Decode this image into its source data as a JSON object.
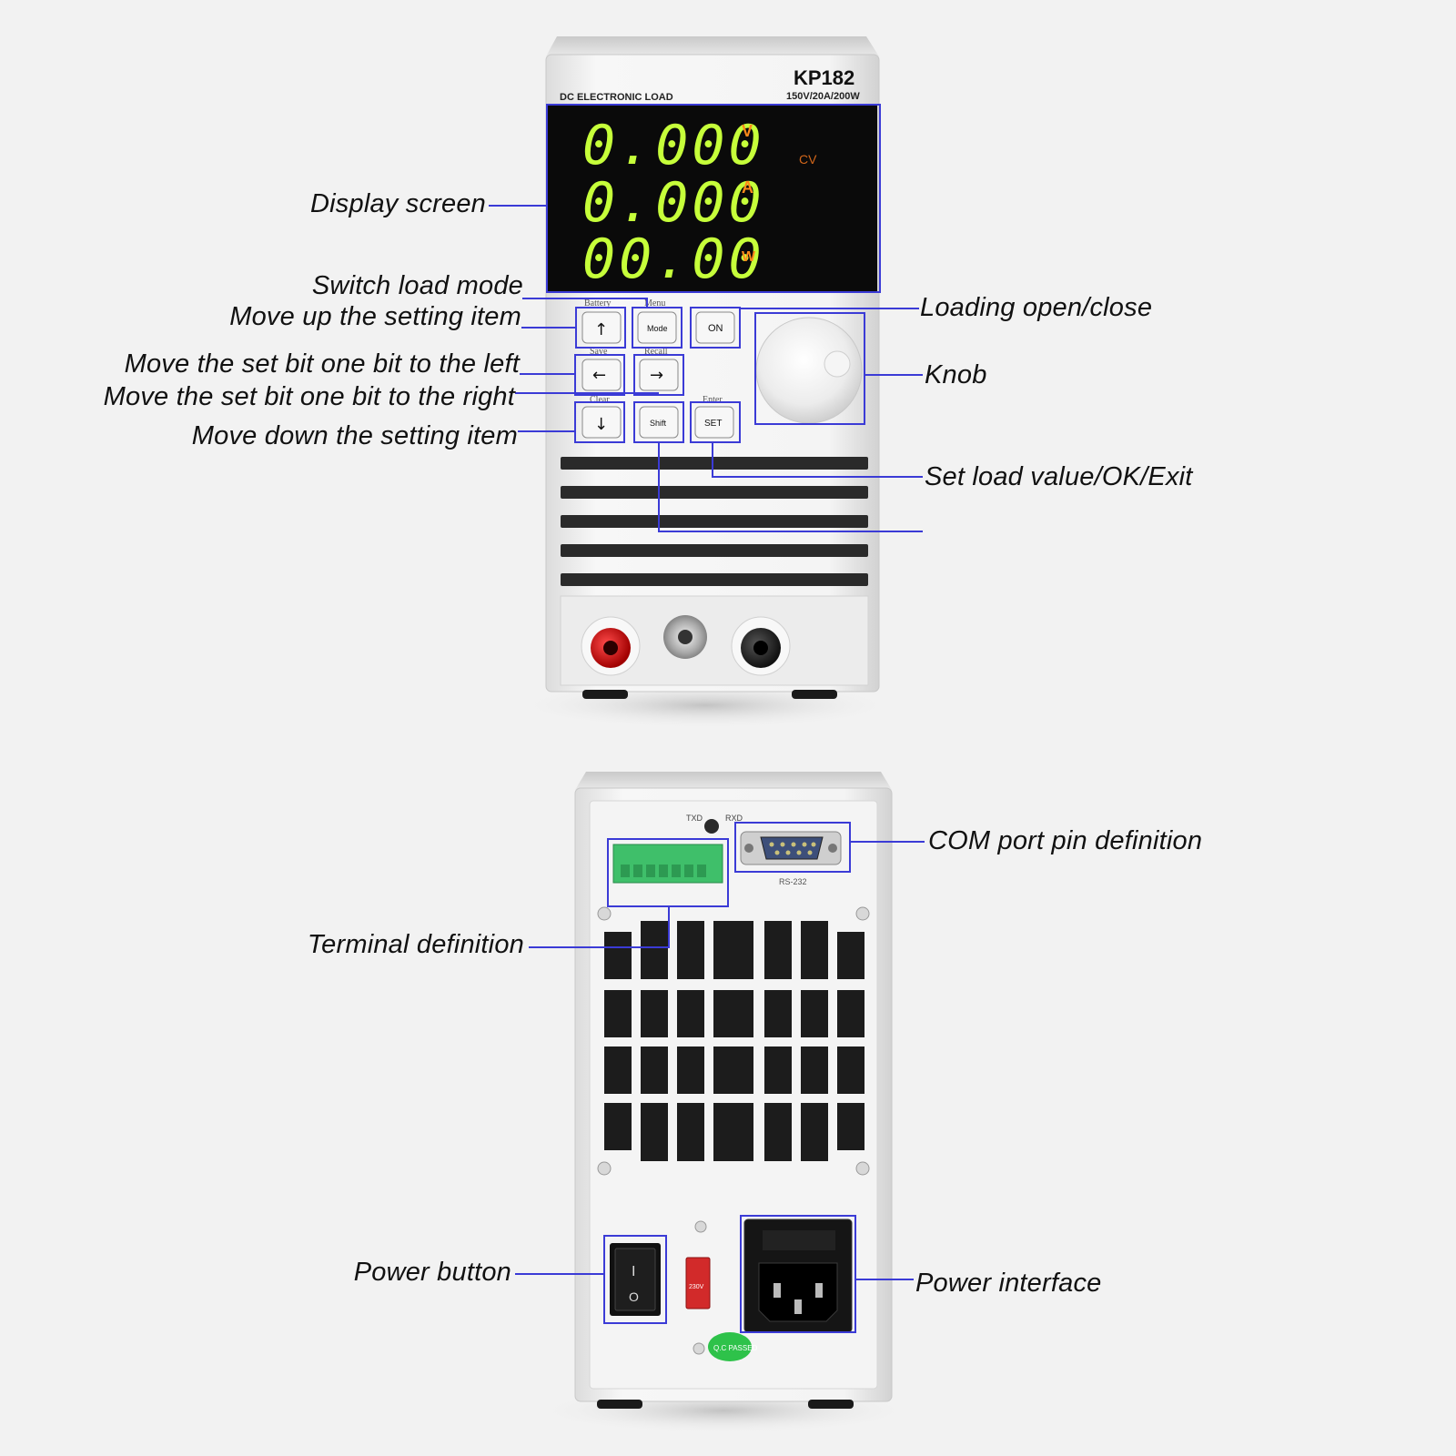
{
  "front_panel": {
    "model": "KP182",
    "rating": "150V/20A/200W",
    "product_type": "DC ELECTRONIC LOAD",
    "display": {
      "voltage": "0.000",
      "voltage_unit": "V",
      "current": "0.000",
      "current_unit": "A",
      "power": "00.00",
      "power_unit": "W",
      "mode_indicator": "CV"
    },
    "keys": {
      "up": {
        "top_label": "Battery",
        "icon": "arrow-up-icon"
      },
      "mode": {
        "top_label": "Menu",
        "label": "Mode"
      },
      "on": {
        "label": "ON"
      },
      "left": {
        "top_label": "Save",
        "icon": "arrow-left-icon"
      },
      "right": {
        "top_label": "Recall",
        "icon": "arrow-right-icon"
      },
      "down": {
        "top_label": "Clear",
        "icon": "arrow-down-icon"
      },
      "shift": {
        "label": "Shift"
      },
      "set": {
        "top_label": "Enter",
        "label": "SET"
      }
    }
  },
  "rear_panel": {
    "txd_label": "TXD",
    "rxd_label": "RXD",
    "rs232_label": "RS-232",
    "power_switch_on": "I",
    "power_switch_off": "O",
    "voltage_selector": "230V",
    "qc_sticker": "Q.C PASSED"
  },
  "callouts": {
    "display_screen": "Display screen",
    "switch_load_mode": "Switch load mode",
    "move_up": "Move up the setting item",
    "move_left": "Move the set bit one bit to the left",
    "move_right": "Move the set bit one bit to the right",
    "move_down": "Move down the setting item",
    "loading_open_close": "Loading open/close",
    "knob": "Knob",
    "set_load_value": "Set load value/OK/Exit",
    "com_port": "COM port pin definition",
    "terminal_definition": "Terminal definition",
    "power_button": "Power button",
    "power_interface": "Power interface"
  },
  "colors": {
    "background": "#f2f2f2",
    "callout_line": "#3b3bd6",
    "segment_green": "#c6ff3a",
    "unit_orange": "#ff8a1a",
    "terminal_green": "#3fbf6a",
    "binding_post_red": "#d81818"
  }
}
